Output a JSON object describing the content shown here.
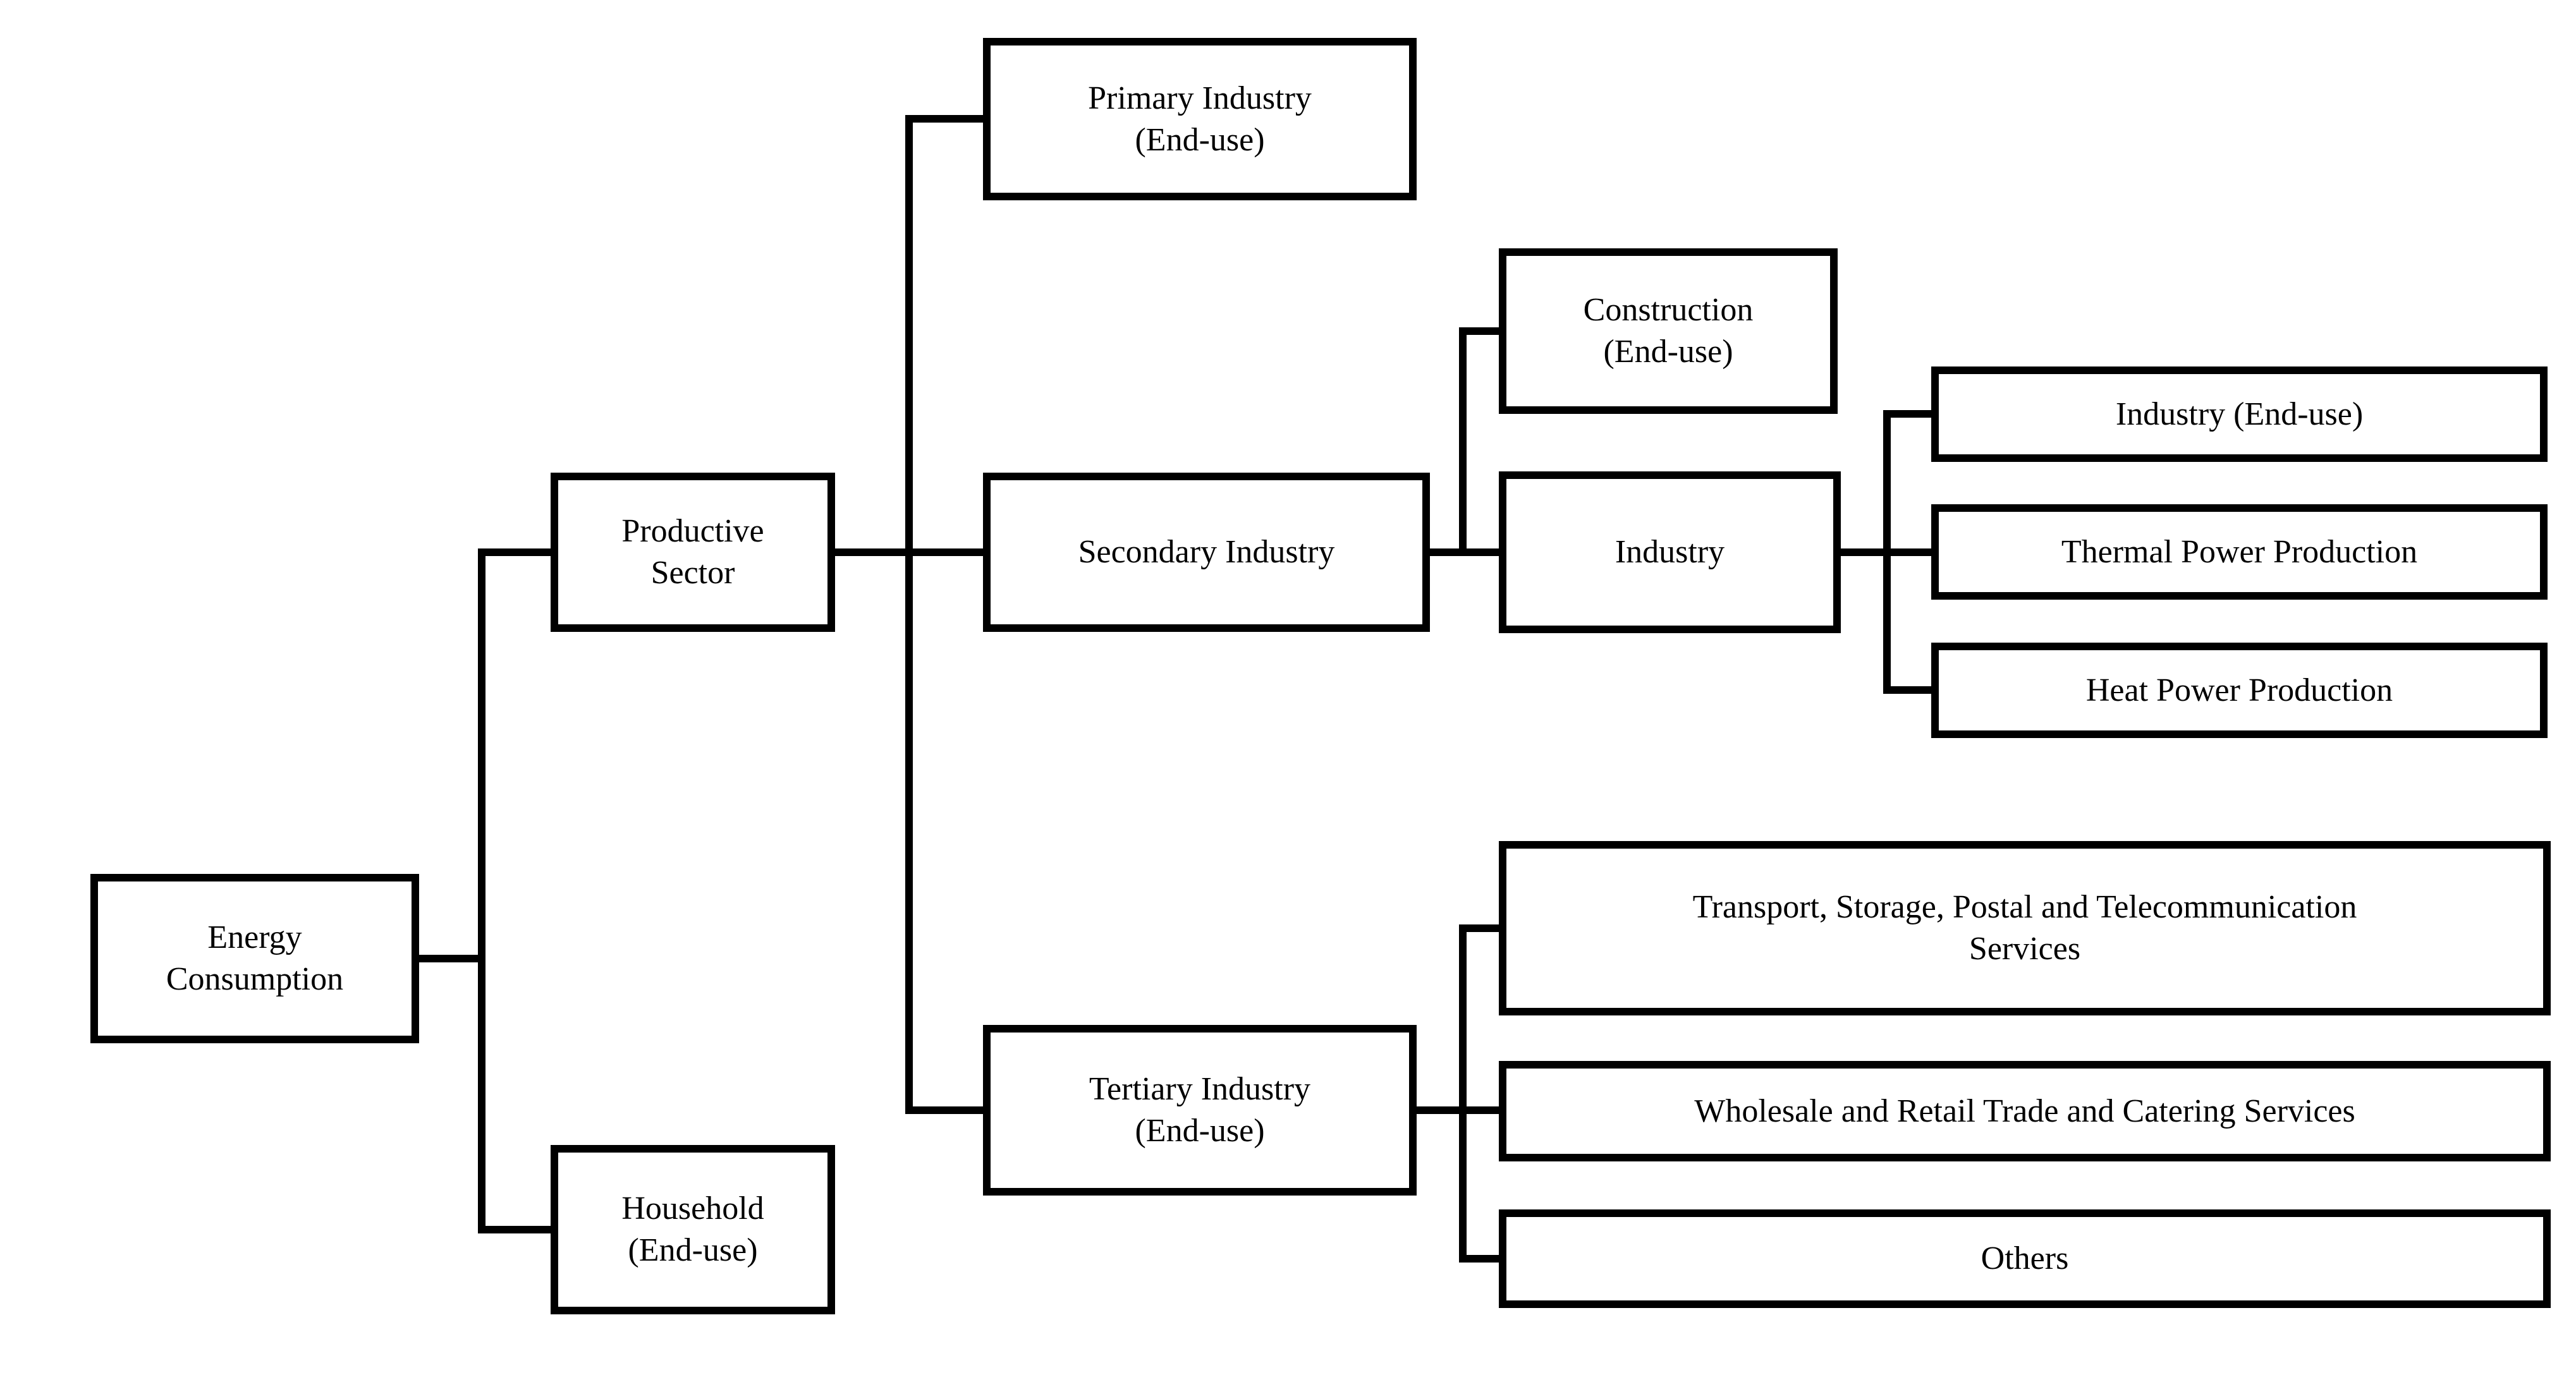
{
  "diagram": {
    "colors": {
      "background": "#ffffff",
      "box_fill": "#ffffff",
      "border": "#000000",
      "text": "#000000",
      "connector": "#000000"
    },
    "nodes": {
      "energy_consumption": {
        "lines": [
          "Energy",
          "Consumption"
        ]
      },
      "productive_sector": {
        "lines": [
          "Productive",
          "Sector"
        ]
      },
      "household": {
        "lines": [
          "Household",
          "(End-use)"
        ]
      },
      "primary_industry": {
        "lines": [
          "Primary Industry",
          "(End-use)"
        ]
      },
      "secondary_industry": {
        "lines": [
          "Secondary Industry"
        ]
      },
      "tertiary_industry": {
        "lines": [
          "Tertiary Industry",
          "(End-use)"
        ]
      },
      "construction": {
        "lines": [
          "Construction",
          "(End-use)"
        ]
      },
      "industry": {
        "lines": [
          "Industry"
        ]
      },
      "industry_end_use": {
        "lines": [
          "Industry (End-use)"
        ]
      },
      "thermal_power": {
        "lines": [
          "Thermal Power Production"
        ]
      },
      "heat_power": {
        "lines": [
          "Heat Power Production"
        ]
      },
      "transport": {
        "lines": [
          "Transport, Storage, Postal and Telecommunication",
          "Services"
        ]
      },
      "wholesale": {
        "lines": [
          "Wholesale and Retail Trade and Catering Services"
        ]
      },
      "others": {
        "lines": [
          "Others"
        ]
      }
    },
    "edges": [
      {
        "from": "Energy Consumption",
        "to": "Productive Sector"
      },
      {
        "from": "Energy Consumption",
        "to": "Household (End-use)"
      },
      {
        "from": "Productive Sector",
        "to": "Primary Industry (End-use)"
      },
      {
        "from": "Productive Sector",
        "to": "Secondary Industry"
      },
      {
        "from": "Productive Sector",
        "to": "Tertiary Industry (End-use)"
      },
      {
        "from": "Secondary Industry",
        "to": "Construction (End-use)"
      },
      {
        "from": "Secondary Industry",
        "to": "Industry"
      },
      {
        "from": "Industry",
        "to": "Industry (End-use)"
      },
      {
        "from": "Industry",
        "to": "Thermal Power Production"
      },
      {
        "from": "Industry",
        "to": "Heat Power Production"
      },
      {
        "from": "Tertiary Industry (End-use)",
        "to": "Transport, Storage, Postal and Telecommunication Services"
      },
      {
        "from": "Tertiary Industry (End-use)",
        "to": "Wholesale and Retail Trade and Catering Services"
      },
      {
        "from": "Tertiary Industry (End-use)",
        "to": "Others"
      }
    ]
  }
}
